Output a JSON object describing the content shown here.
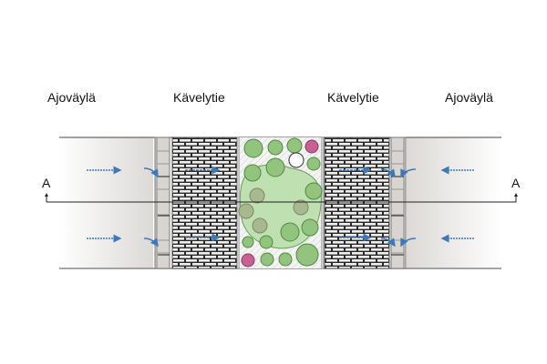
{
  "labels": {
    "left_road": "Ajoväylä",
    "left_walkway": "Kävelytie",
    "right_walkway": "Kävelytie",
    "right_road": "Ajoväylä"
  },
  "section_marker": {
    "left": "A",
    "right": "A"
  },
  "colors": {
    "arrow": "#3f78b8",
    "tree": "#8fc07a",
    "tree_dark": "#4f8a45",
    "flower": "#c95f92",
    "lawn": "#bfe0b0"
  }
}
